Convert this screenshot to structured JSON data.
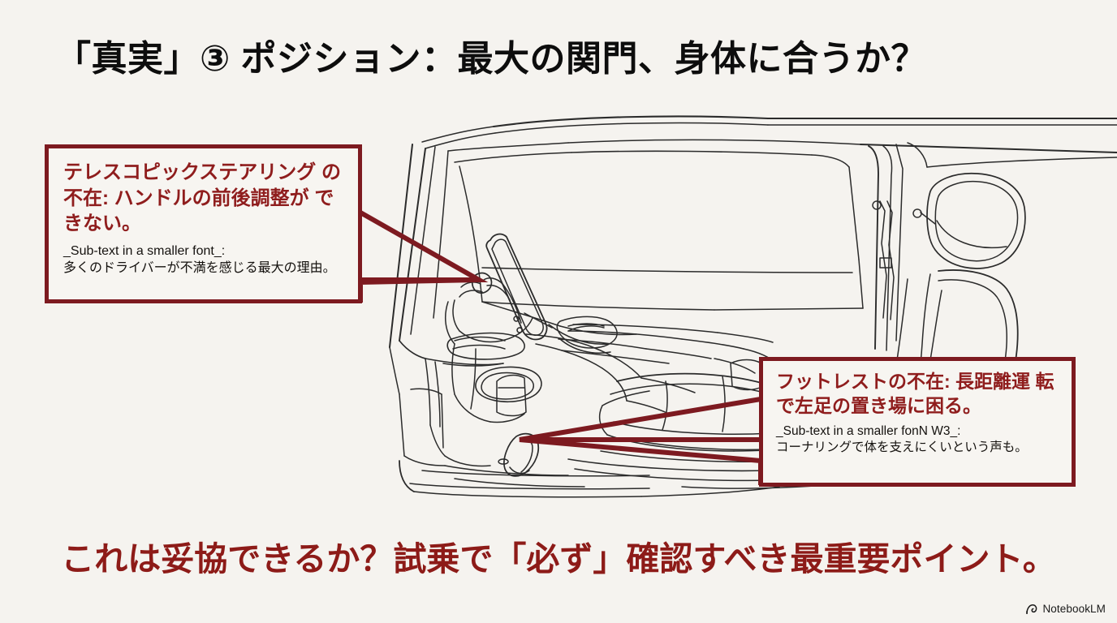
{
  "slide": {
    "background_color": "#f5f3ef",
    "accent_red": "#7d1a20",
    "heading_red": "#8f1d1d",
    "caption_red": "#8d1b18",
    "title": "「真実」③ ポジション：最大の関門、身体に合うか？",
    "caption": "これは妥協できるか？試乗で「必ず」確認すべき最重要ポイント。"
  },
  "callouts": [
    {
      "id": "telescopic-steering",
      "heading_lines": [
        "テレスコピックステアリング",
        "の不在: ハンドルの前後調整が",
        "できない。"
      ],
      "heading_text": "テレスコピックステアリングの不在: ハンドルの前後調整ができない。",
      "sub_lines": [
        "_Sub-text in a smaller font_:",
        "多くのドライバーが不満を感じる最大の理由。"
      ]
    },
    {
      "id": "footrest",
      "heading_lines": [
        "フットレストの不在: 長距離運",
        "転で左足の置き場に困る。"
      ],
      "heading_text": "フットレストの不在: 長距離運転で左足の置き場に困る。",
      "sub_lines": [
        "_Sub-text in a smaller fonN W3_:",
        "コーナリングで体を支えにくいという声も。"
      ]
    }
  ],
  "illustration": {
    "name": "car-interior-line-drawing",
    "description": "車内側面のライン画: Aピラー、フロントガラス、ステアリング、運転席シート、ドア、フロア"
  },
  "watermark": {
    "label": "NotebookLM",
    "icon": "notebooklm-icon"
  }
}
